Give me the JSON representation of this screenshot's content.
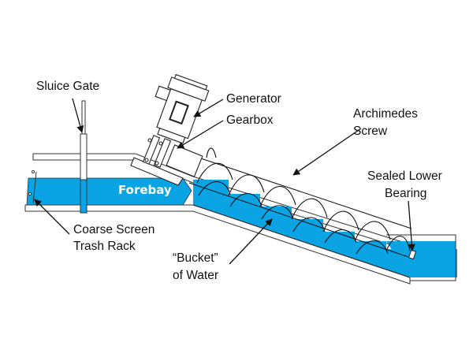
{
  "diagram": {
    "title": "Archimedes Screw Hydro Turbine",
    "colors": {
      "water": "#0aa3e3",
      "outline": "#333333",
      "text": "#111111",
      "background": "#ffffff"
    },
    "labels": {
      "sluice_gate": "Sluice Gate",
      "generator": "Generator",
      "gearbox": "Gearbox",
      "archimedes_screw_line1": "Archimedes",
      "archimedes_screw_line2": "Screw",
      "sealed_bearing_line1": "Sealed Lower",
      "sealed_bearing_line2": "Bearing",
      "forebay": "Forebay",
      "trash_rack_line1": "Coarse Screen",
      "trash_rack_line2": "Trash Rack",
      "bucket_line1": "“Bucket”",
      "bucket_line2": "of Water"
    },
    "components": [
      "sluice-gate",
      "generator",
      "gearbox",
      "archimedes-screw",
      "sealed-lower-bearing",
      "forebay",
      "coarse-screen-trash-rack",
      "water-bucket"
    ]
  }
}
